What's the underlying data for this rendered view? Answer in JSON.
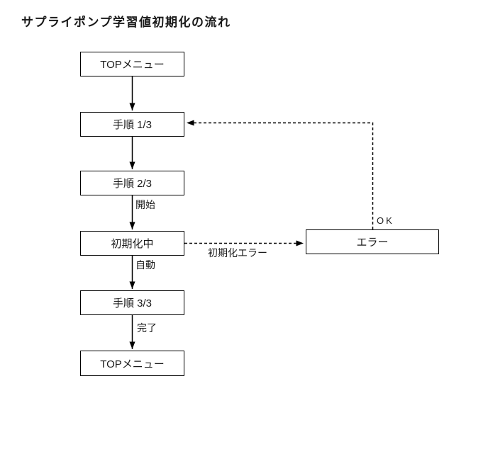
{
  "title": "サプライポンプ学習値初期化の流れ",
  "colors": {
    "line": "#000000",
    "background": "#ffffff",
    "text": "#1a1a1a"
  },
  "nodes": [
    {
      "id": "top-menu-start",
      "label": "TOPメニュー"
    },
    {
      "id": "step-1",
      "label": "手順 1/3"
    },
    {
      "id": "step-2",
      "label": "手順 2/3"
    },
    {
      "id": "initializing",
      "label": "初期化中"
    },
    {
      "id": "step-3",
      "label": "手順 3/3"
    },
    {
      "id": "top-menu-end",
      "label": "TOPメニュー"
    },
    {
      "id": "error",
      "label": "エラー"
    }
  ],
  "edges": [
    {
      "from": "top-menu-start",
      "to": "step-1",
      "style": "solid",
      "label": ""
    },
    {
      "from": "step-1",
      "to": "step-2",
      "style": "solid",
      "label": ""
    },
    {
      "from": "step-2",
      "to": "initializing",
      "style": "solid",
      "label": "開始"
    },
    {
      "from": "initializing",
      "to": "step-3",
      "style": "solid",
      "label": "自動"
    },
    {
      "from": "step-3",
      "to": "top-menu-end",
      "style": "solid",
      "label": "完了"
    },
    {
      "from": "initializing",
      "to": "error",
      "style": "dashed",
      "label": "初期化エラー"
    },
    {
      "from": "error",
      "to": "step-1",
      "style": "dashed",
      "label": "OK"
    }
  ]
}
